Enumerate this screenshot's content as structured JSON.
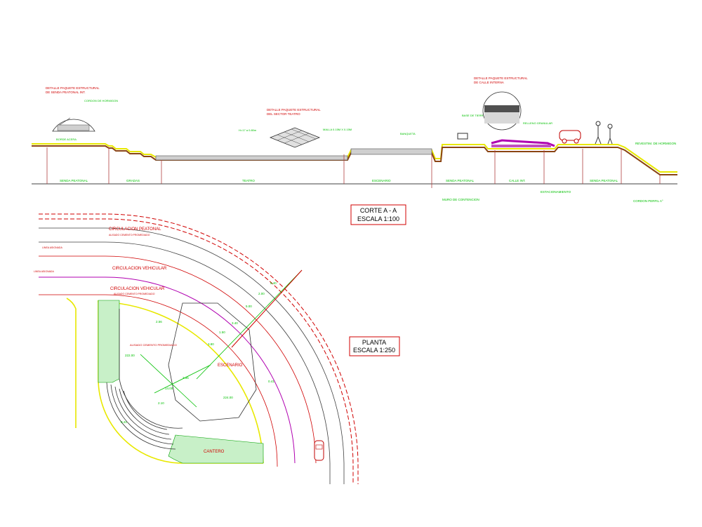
{
  "section": {
    "title": "CORTE A - A",
    "scale": "ESCALA 1:100",
    "details": {
      "left": [
        "DETALLE PAQUETE ESTRUCTURAL",
        "DE SENDA PEATONAL INT."
      ],
      "center": [
        "DETALLE PAQUETE ESTRUCTURAL",
        "DEL SECTOR TEATRO"
      ],
      "right": [
        "DETALLE PAQUETE ESTRUCTURAL",
        "DE CALLE INTERNA"
      ]
    },
    "zones": [
      "SENDA PEATONAL",
      "GRADAS",
      "TEATRO",
      "ESCENARIO",
      "SENDA PEATONAL",
      "CALLE INT.",
      "SENDA PEATONAL"
    ],
    "notes": {
      "wall": "MURO DE CONTENCION",
      "parking": "ESTACIONAMIENTO",
      "curb": "CORDON PERFIL A°",
      "retaining": "REVESTIM. DE HORMIGON",
      "mesh": "MALLA 0.15M X 0.15M",
      "height": "H=17 a 0.80m",
      "border": "BORDE ACERA",
      "bench": "BANQUETA",
      "curb_detail": "CORDON DE HORMIGON",
      "fill": "RELLENO GRANULAR",
      "base": "BASE DE TIERRA"
    }
  },
  "plan": {
    "title": "PLANTA",
    "scale": "ESCALA 1:250",
    "labels": {
      "pedestrian": "CIRCULACION PEATONAL",
      "pedestrian_sub": "ALISADO CEMENTO PROMEDIADO",
      "vehicular1": "CIRCULACION VEHICULAR",
      "vehicular2": "CIRCULACION VEHICULAR",
      "vehicular2_sub": "ALISADO CEMENTO PROMEDIADO",
      "stage": "ESCENARIO",
      "planter": "CANTERO",
      "floor": "ALISADO CEMENTO PROMEDIADO",
      "line1": "LINEA ASIGNADA",
      "line2": "LINEA ASIGNADA"
    },
    "dims": {
      "d1": "8.40",
      "d2": "2.00",
      "d3": "5.00",
      "d4": "3.40",
      "d5": "1.50",
      "d6": "3.80",
      "d7": "14.00",
      "d8": "222.00",
      "d9": "224.00",
      "d10": "2.56",
      "d11": "2.35",
      "d12": "2.10",
      "lev1": "0.41",
      "lev2": "0.41"
    }
  },
  "colors": {
    "green": "#00c000",
    "red": "#d00000",
    "yellow": "#e8e800",
    "magenta": "#b000b0",
    "brown": "#8b4513"
  }
}
